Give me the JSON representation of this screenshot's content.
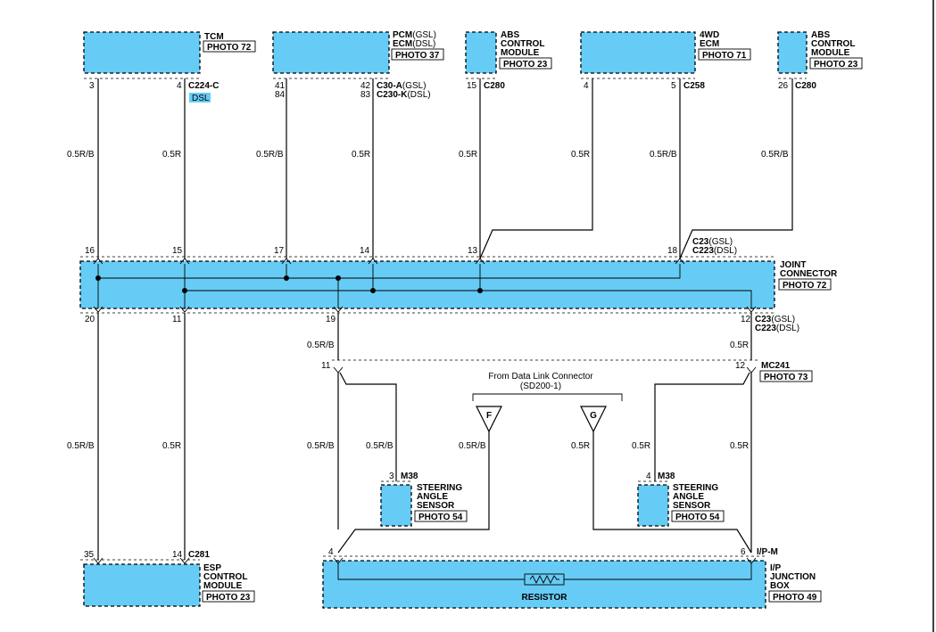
{
  "components": {
    "tcm": {
      "name": "TCM",
      "photo": "PHOTO 72",
      "pin_left": "3",
      "pin_right": "4",
      "connector": "C224-C",
      "tag": "DSL"
    },
    "pcm": {
      "name_a": "PCM",
      "name_a_suffix": "(GSL)",
      "name_b": "ECM",
      "name_b_suffix": "(DSL)",
      "photo": "PHOTO 37",
      "pin_l1": "41",
      "pin_l2": "84",
      "pin_r1": "42",
      "pin_r2": "83",
      "conn1": "C30-A",
      "conn1_suffix": "(GSL)",
      "conn2": "C230-K",
      "conn2_suffix": "(DSL)"
    },
    "abs1": {
      "line1": "ABS",
      "line2": "CONTROL",
      "line3": "MODULE",
      "photo": "PHOTO 23",
      "pin": "15",
      "connector": "C280"
    },
    "ecm4wd": {
      "line1": "4WD",
      "line2": "ECM",
      "photo": "PHOTO 71",
      "pin_left": "4",
      "pin_right": "5",
      "connector": "C258"
    },
    "abs2": {
      "line1": "ABS",
      "line2": "CONTROL",
      "line3": "MODULE",
      "photo": "PHOTO 23",
      "pin": "26",
      "connector": "C280"
    },
    "joint": {
      "line1": "JOINT",
      "line2": "CONNECTOR",
      "photo": "PHOTO 72",
      "top_pins": [
        "16",
        "15",
        "17",
        "14",
        "13",
        "18"
      ],
      "bottom_pins": [
        "20",
        "11",
        "19",
        "12"
      ],
      "top_conn1": "C23",
      "top_conn1_suffix": "(GSL)",
      "top_conn2": "C223",
      "top_conn2_suffix": "(DSL)",
      "bot_conn1": "C23",
      "bot_conn1_suffix": "(GSL)",
      "bot_conn2": "C223",
      "bot_conn2_suffix": "(DSL)"
    },
    "mc241": {
      "name": "MC241",
      "photo": "PHOTO 73",
      "pin_left": "11",
      "pin_right": "12"
    },
    "dlc": {
      "line1": "From Data Link Connector",
      "line2": "(SD200-1)",
      "f": "F",
      "g": "G"
    },
    "sensor1": {
      "pin": "3",
      "connector": "M38",
      "line1": "STEERING",
      "line2": "ANGLE",
      "line3": "SENSOR",
      "photo": "PHOTO 54"
    },
    "sensor2": {
      "pin": "4",
      "connector": "M38",
      "line1": "STEERING",
      "line2": "ANGLE",
      "line3": "SENSOR",
      "photo": "PHOTO 54"
    },
    "esp": {
      "pin_left": "35",
      "pin_right": "14",
      "connector": "C281",
      "line1": "ESP",
      "line2": "CONTROL",
      "line3": "MODULE",
      "photo": "PHOTO 23"
    },
    "ipjb": {
      "pin_left": "4",
      "pin_right": "6",
      "connector": "I/P-M",
      "line1": "I/P",
      "line2": "JUNCTION",
      "line3": "BOX",
      "photo": "PHOTO 49",
      "resistor": "RESISTOR"
    }
  },
  "wires": {
    "w_tcm3": "0.5R/B",
    "w_tcm4": "0.5R",
    "w_pcm41": "0.5R/B",
    "w_pcm42": "0.5R",
    "w_abs1": "0.5R",
    "w_4wd4": "0.5R",
    "w_4wd5": "0.5R/B",
    "w_abs2": "0.5R/B",
    "w_j19": "0.5R/B",
    "w_j12": "0.5R",
    "w_esp35": "0.5R/B",
    "w_esp14": "0.5R",
    "w_left_main": "0.5R/B",
    "w_s1": "0.5R/B",
    "w_f": "0.5R/B",
    "w_g": "0.5R",
    "w_s2": "0.5R",
    "w_right_main": "0.5R"
  },
  "colors": {
    "component_fill": "#66ccf5",
    "tag_fill": "#66ccf5"
  }
}
